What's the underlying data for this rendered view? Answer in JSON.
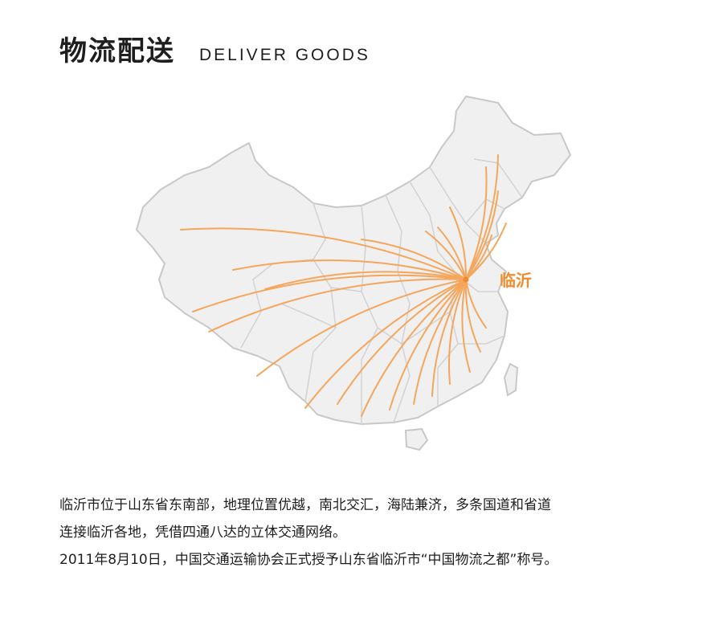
{
  "header": {
    "title_cn": "物流配送",
    "title_en": "DELIVER GOODS"
  },
  "map": {
    "hub_label": "临沂",
    "region_fill": "#f0f0f0",
    "border_color": "#c8c8c8",
    "route_color": "#f5a65b",
    "label_color": "#f08c2c"
  },
  "description": {
    "line1": "临沂市位于山东省东南部，地理位置优越，南北交汇，海陆兼济，多条国道和省道",
    "line2": "连接临沂各地，凭借四通八达的立体交通网络。",
    "line3": "2011年8月10日，中国交通运输协会正式授予山东省临沂市“中国物流之都”称号。"
  }
}
